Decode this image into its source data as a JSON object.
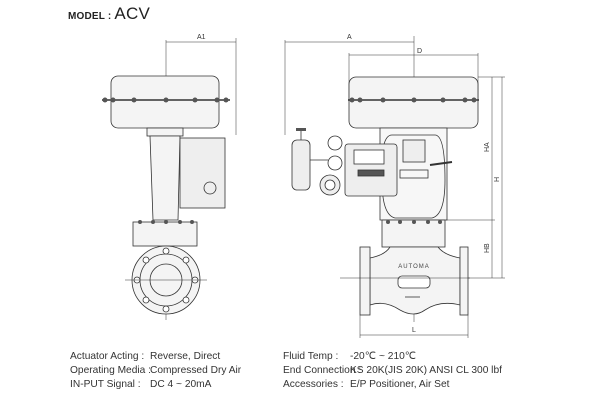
{
  "header": {
    "model_label": "MODEL :",
    "model_name": "ACV"
  },
  "dimensions": {
    "a1": "A1",
    "a": "A",
    "d": "D",
    "ha": "HA",
    "hb": "HB",
    "h": "H",
    "l": "L"
  },
  "valve_marking": "AUTOMA",
  "specs": [
    {
      "label": "Actuator Acting :",
      "value": "Reverse, Direct"
    },
    {
      "label": "Operating Media :",
      "value": "Compressed Dry Air"
    },
    {
      "label": "IN-PUT Signal :",
      "value": "DC 4 ~ 20mA"
    },
    {
      "label": "Fluid Temp :",
      "value": "-20℃ ~ 210℃"
    },
    {
      "label": "End Connection :",
      "value": "KS 20K(JIS 20K) ANSI CL 300 lbf"
    },
    {
      "label": "Accessories :",
      "value": "E/P Positioner, Air Set"
    }
  ]
}
